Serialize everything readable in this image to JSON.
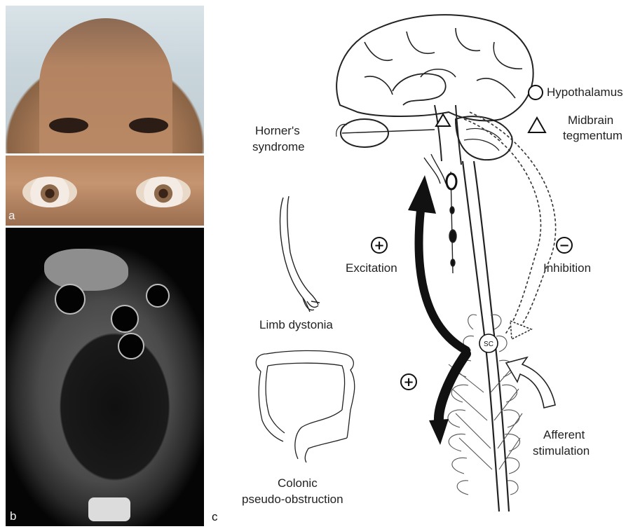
{
  "panels": {
    "a": {
      "label": "a"
    },
    "b": {
      "label": "b"
    },
    "c": {
      "label": "c"
    }
  },
  "legend": {
    "hypothalamus": "Hypothalamus",
    "midbrain_line1": "Midbrain",
    "midbrain_line2": "tegmentum"
  },
  "labels": {
    "horner_line1": "Horner's",
    "horner_line2": "syndrome",
    "excitation": "Excitation",
    "inhibition": "Inhibition",
    "limb_dystonia": "Limb dystonia",
    "colonic_line1": "Colonic",
    "colonic_line2": "pseudo-obstruction",
    "afferent_line1": "Afferent",
    "afferent_line2": "stimulation",
    "sc": "SC"
  },
  "symbols": {
    "plus": "+",
    "minus": "−"
  },
  "colors": {
    "ink": "#111111",
    "line": "#333333"
  }
}
